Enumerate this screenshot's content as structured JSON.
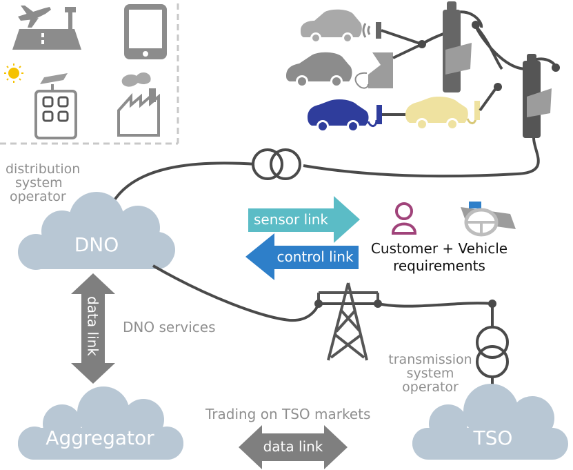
{
  "labels": {
    "distribution_operator": [
      "distribution",
      "system",
      "operator"
    ],
    "dno": "DNO",
    "dno_services": "DNO services",
    "data_link_vertical": "data link",
    "aggregator": "Aggregator",
    "trading": "Trading on TSO markets",
    "data_link_horizontal": "data link",
    "tso": "TSO",
    "transmission_operator": [
      "transmission",
      "system",
      "operator"
    ],
    "sensor_link": "sensor link",
    "control_link": "control link",
    "customer_vehicle": [
      "Customer + Vehicle",
      "requirements"
    ]
  },
  "colors": {
    "cloud": "#b8c7d4",
    "sensor_arrow": "#5bbcc6",
    "control_arrow": "#2e7fc9",
    "data_arrow": "#7f7f7f",
    "line": "#4a4a4a",
    "icon_gray": "#8c8c8c",
    "ev_blue": "#2f3d9c",
    "ev_yellow": "#efe2a0",
    "customer_icon": "#a0437a"
  },
  "icons": [
    "airport-icon",
    "tablet-icon",
    "solar-building-icon",
    "factory-icon",
    "car-icon",
    "wireless-charger-icon",
    "charging-station-icon",
    "ev-car-blue-icon",
    "ev-car-yellow-icon",
    "utility-pole-icon",
    "transformer-icon",
    "transmission-tower-icon",
    "person-icon",
    "steering-wheel-icon"
  ]
}
